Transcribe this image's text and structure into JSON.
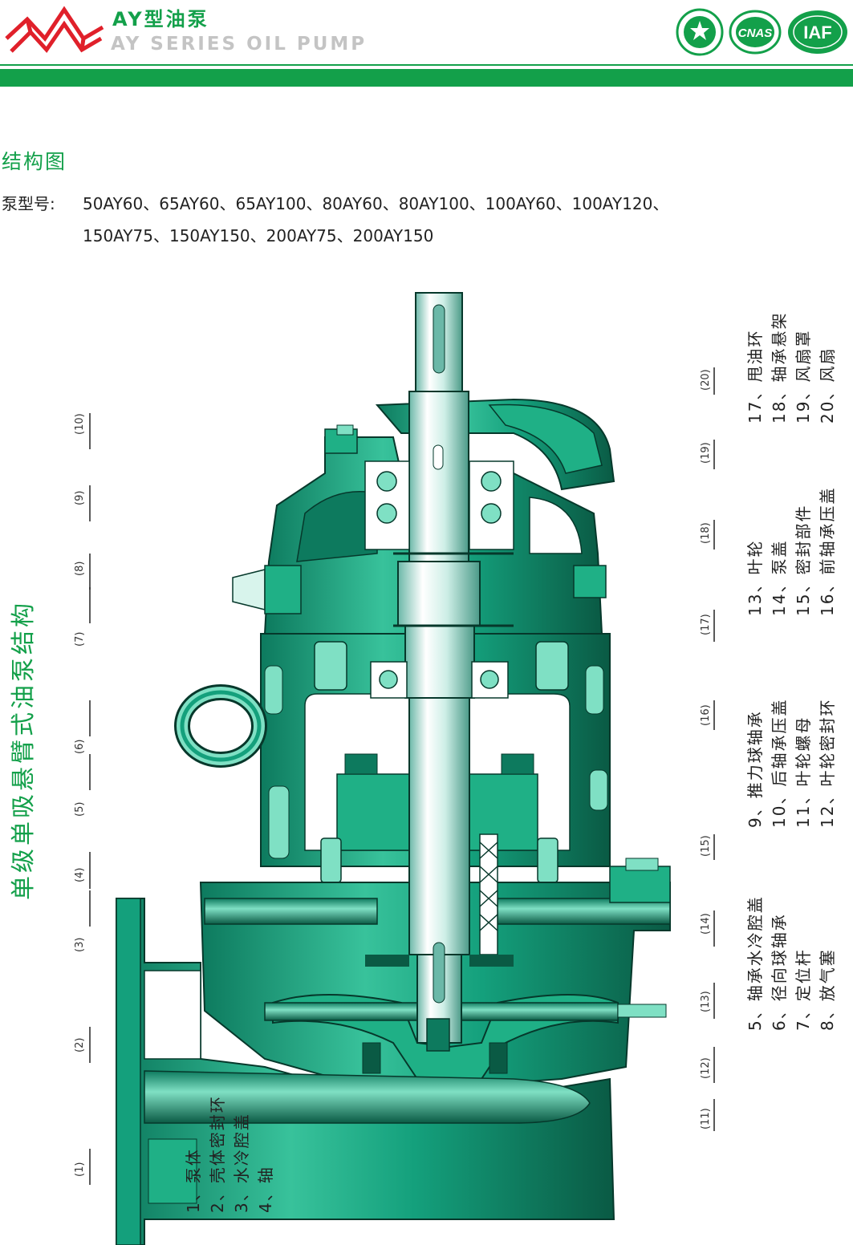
{
  "header": {
    "brand_cn": "AY型油泵",
    "brand_en": "AY SERIES OIL PUMP",
    "cert_cnas": "CNAS",
    "cert_iaf": "IAF"
  },
  "section_title": "结构图",
  "models": {
    "label": "泵型号:",
    "line1": "50AY60、65AY60、65AY100、80AY60、80AY100、100AY60、100AY120、",
    "line2": "150AY75、150AY150、200AY75、200AY150"
  },
  "side_title": "单级单吸悬臂式油泵结构",
  "callouts": [
    "(1)",
    "(2)",
    "(3)",
    "(4)",
    "(5)",
    "(6)",
    "(7)",
    "(8)",
    "(9)",
    "(10)",
    "(11)",
    "(12)",
    "(13)",
    "(14)",
    "(15)",
    "(16)",
    "(17)",
    "(18)",
    "(19)",
    "(20)"
  ],
  "legend": [
    "1、泵体",
    "2、壳体密封环",
    "3、水冷腔盖",
    "4、轴",
    "5、轴承水冷腔盖",
    "6、径向球轴承",
    "7、定位杆",
    "8、放气塞",
    "9、推力球轴承",
    "10、后轴承压盖",
    "11、叶轮螺母",
    "12、叶轮密封环",
    "13、叶轮",
    "14、泵盖",
    "15、密封部件",
    "16、前轴承压盖",
    "17、甩油环",
    "18、轴承悬架",
    "19、风扇罩",
    "20、风扇"
  ],
  "colors": {
    "brand_green": "#13a04a",
    "pump_green": "#14a07c",
    "pump_dark": "#0a5a44",
    "pump_light": "#bfeee0",
    "logo_red": "#e0202a"
  }
}
